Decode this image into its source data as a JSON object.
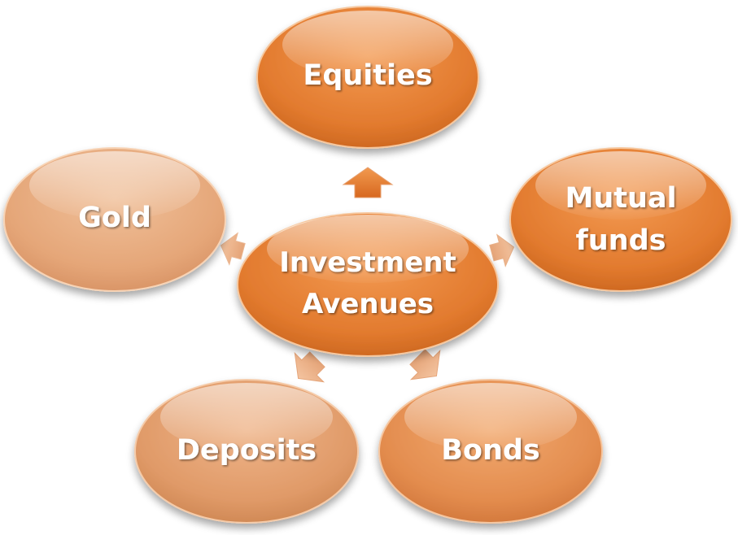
{
  "diagram": {
    "center": {
      "line1": "Investment",
      "line2": "Avenues"
    },
    "nodes": {
      "equities": "Equities",
      "mutual_funds": {
        "line1": "Mutual",
        "line2": "funds"
      },
      "bonds": "Bonds",
      "deposits": "Deposits",
      "gold": "Gold"
    }
  },
  "colors": {
    "orange_dark": "#E07A2E",
    "orange_mid": "#E9924F",
    "orange_light": "#F0B78A",
    "peach": "#E6A57A",
    "text": "#FFFFFF"
  }
}
